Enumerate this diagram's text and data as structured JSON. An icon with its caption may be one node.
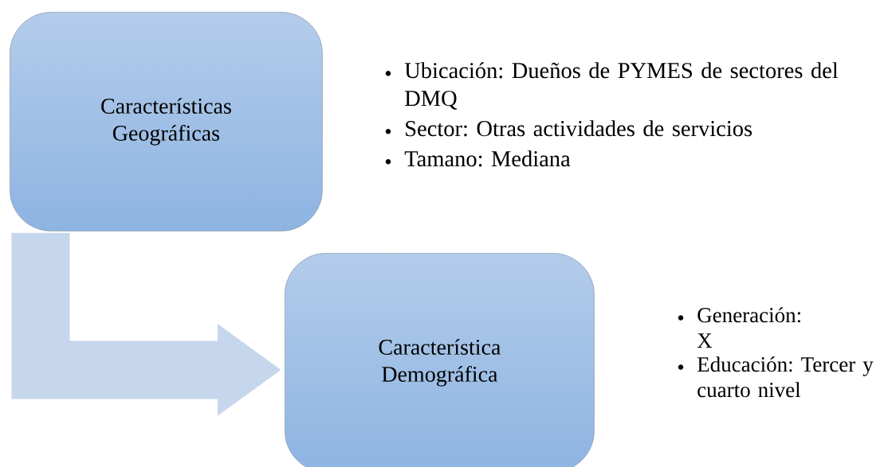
{
  "diagram": {
    "nodes": [
      {
        "text": [
          "Características Geográficas"
        ],
        "beside": [
          "Ubicación: Dueños de PYMES de sectores  del DMQ",
          "Sector: Otras actividades de servicios",
          "Tamano: Mediana"
        ]
      },
      {
        "text": [
          "Característica Demográfica"
        ],
        "beside": [
          "Generación: X",
          "Educación: Tercer y cuarto nivel"
        ]
      }
    ],
    "edges": [
      {
        "from": 0,
        "to": 1,
        "arrow": "to"
      }
    ]
  }
}
